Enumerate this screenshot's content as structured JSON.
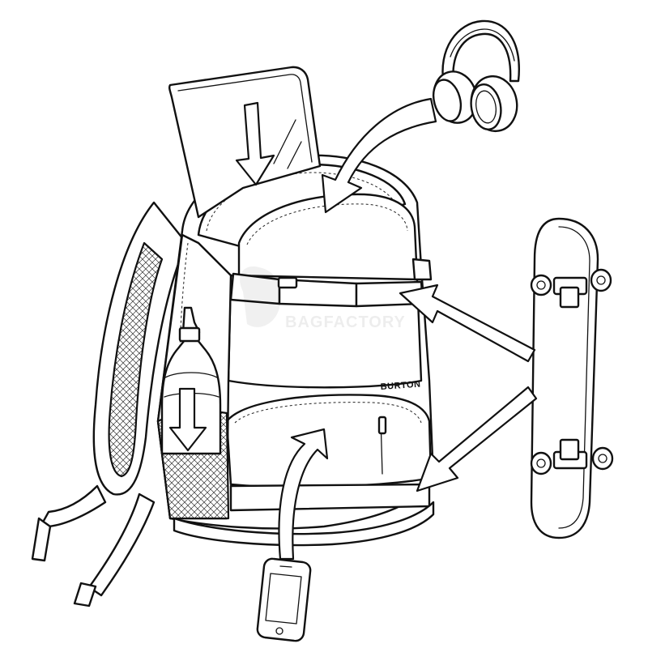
{
  "brand_label": "BURTON",
  "watermark_text": "BAGFACTORY",
  "colors": {
    "line": "#111111",
    "fill": "#ffffff",
    "watermark": "#e6e6e6"
  },
  "items": [
    {
      "name": "laptop",
      "destination": "main-compartment"
    },
    {
      "name": "headphones",
      "destination": "front-zip-pocket"
    },
    {
      "name": "skateboard",
      "destination": "front-straps"
    },
    {
      "name": "water-bottle",
      "destination": "side-mesh-pocket"
    },
    {
      "name": "smartphone",
      "destination": "lower-front-pocket"
    }
  ]
}
